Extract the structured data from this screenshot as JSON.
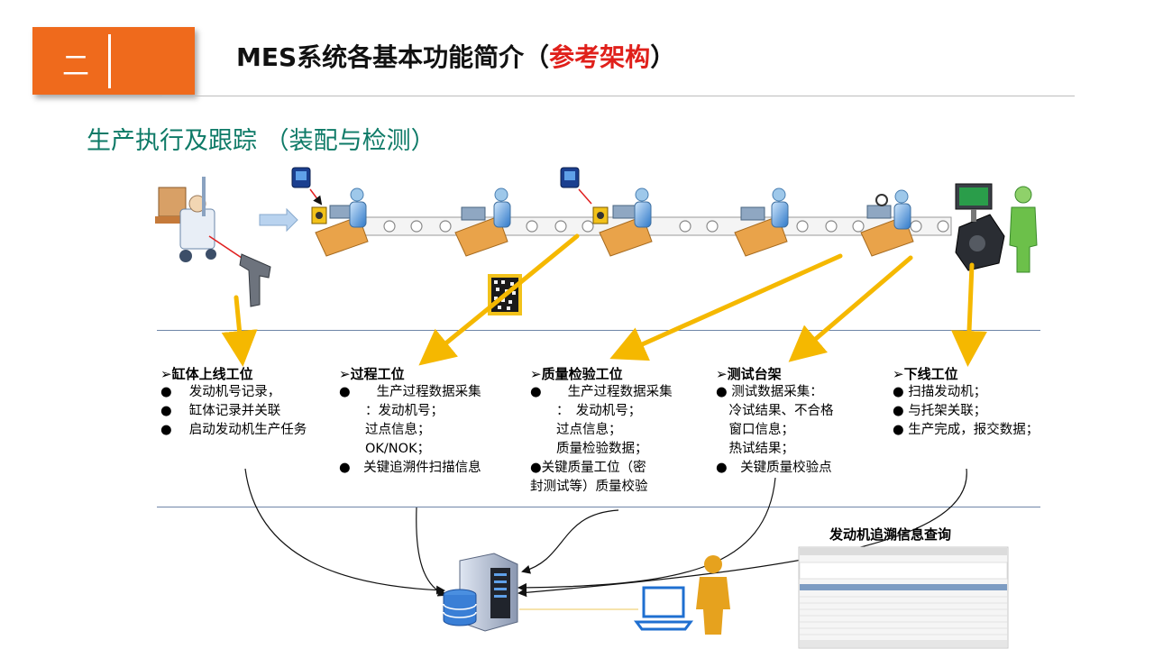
{
  "header": {
    "section_num": "二",
    "title_main": "MES系统各基本功能简介（",
    "title_highlight": "参考架构",
    "title_close": "）",
    "highlight_color": "#e0201b",
    "badge_color": "#ef6a1c"
  },
  "subtitle": "生产执行及跟踪 （装配与检测）",
  "stations": [
    {
      "title": "➢缸体上线工位",
      "lines": [
        "●　 发动机号记录，",
        "●　 缸体记录并关联",
        "●　 启动发动机生产任务"
      ]
    },
    {
      "title": "➢过程工位",
      "lines": [
        "●　　生产过程数据采集",
        "　　：发动机号；",
        "　　过点信息；",
        "　　OK/NOK；",
        "●　关键追溯件扫描信息"
      ]
    },
    {
      "title": "➢质量检验工位",
      "lines": [
        "●　　生产过程数据采集",
        "　　：　发动机号；",
        "　　过点信息；",
        "　　质量检验数据；",
        "●关键质量工位（密",
        "封测试等）质量校验"
      ]
    },
    {
      "title": "➢测试台架",
      "lines": [
        "● 测试数据采集：",
        "　冷试结果、不合格",
        "　窗口信息；",
        "　热试结果；",
        "●　关键质量校验点"
      ]
    },
    {
      "title": "➢下线工位",
      "lines": [
        "● 扫描发动机；",
        "● 与托架关联；",
        "● 生产完成，报交数据；"
      ]
    }
  ],
  "query_label": "发动机追溯信息查询",
  "colors": {
    "arrow": "#f5b800",
    "subtitle": "#0e7a67",
    "divider": "#6f86a8"
  },
  "icons": [
    "forklift-icon",
    "barcode-scanner-icon",
    "conveyor-line-icon",
    "rfid-reader-icon",
    "datamatrix-code-icon",
    "database-server-icon",
    "laptop-icon",
    "person-icon",
    "engine-icon",
    "monitor-icon"
  ]
}
